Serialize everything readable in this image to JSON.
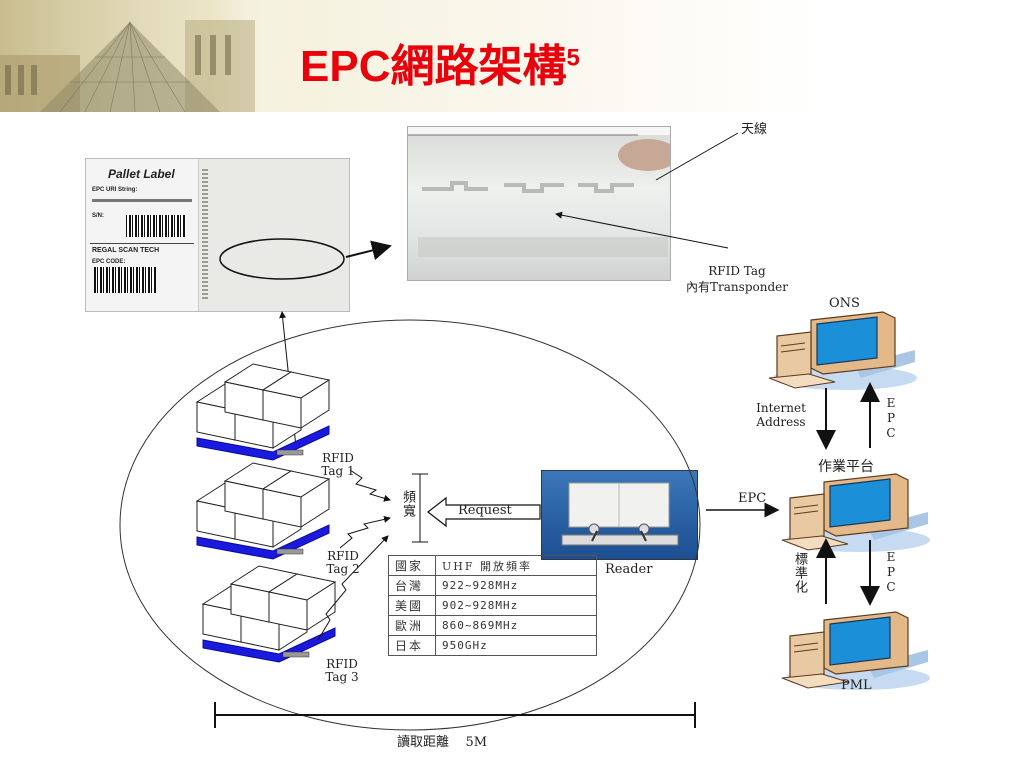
{
  "slide": {
    "title": "EPC網路架構",
    "title_superscript": "5"
  },
  "photo_pallet": {
    "heading": "Pallet Label",
    "epc_uri_label": "EPC URI String:",
    "sn_label": "S/N:",
    "company": "REGAL  SCAN  TECH",
    "epc_code_label": "EPC CODE:"
  },
  "photo_antenna": {
    "label_antenna": "天線",
    "label_tag_line1": "RFID Tag",
    "label_tag_line2": "內有Transponder"
  },
  "tags": [
    {
      "line1": "RFID",
      "line2": "Tag 1"
    },
    {
      "line1": "RFID",
      "line2": "Tag 2"
    },
    {
      "line1": "RFID",
      "line2": "Tag 3"
    }
  ],
  "bandwidth_label": "頻寬",
  "request_label": "Request",
  "reader_label": "Reader",
  "frequency_table": {
    "header": [
      "國家",
      "UHF 開放頻率"
    ],
    "rows": [
      [
        "台灣",
        "922~928MHz"
      ],
      [
        "美國",
        "902~928MHz"
      ],
      [
        "歐洲",
        "860~869MHz"
      ],
      [
        "日本",
        "950GHz"
      ]
    ]
  },
  "network": {
    "ons_label": "ONS",
    "internet_address_line1": "Internet",
    "internet_address_line2": "Address",
    "epc_vertical": "EPC",
    "platform_label": "作業平台",
    "epc_arrow_label": "EPC",
    "standardize_label": "標準化",
    "pml_label": "PML"
  },
  "distance_label": "讀取距離    5M",
  "colors": {
    "title": "#e8000b",
    "pallet_base": "#1a1adf",
    "monitor_screen": "#1b8fd8",
    "monitor_body": "#e4b98a"
  }
}
